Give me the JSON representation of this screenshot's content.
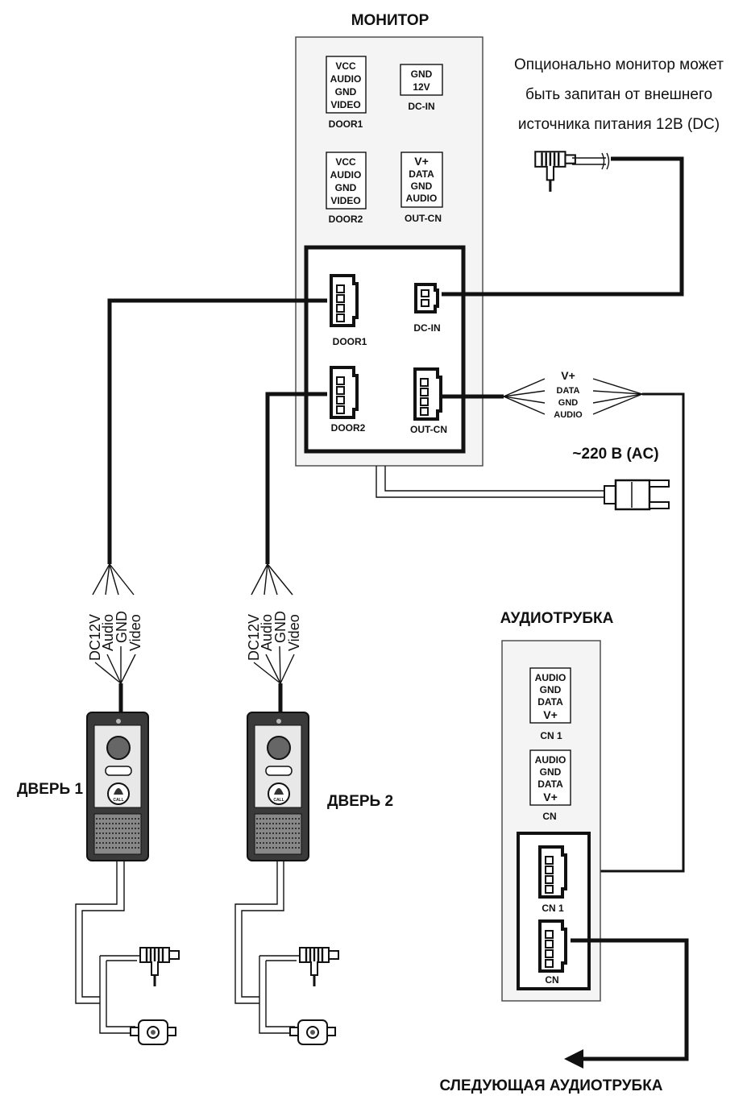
{
  "monitor": {
    "title": "МОНИТОР",
    "terminals": {
      "door1": {
        "lines": [
          "VCC",
          "AUDIO",
          "GND",
          "VIDEO"
        ],
        "label": "DOOR1"
      },
      "dcin": {
        "lines": [
          "GND",
          "12V"
        ],
        "label": "DC-IN"
      },
      "door2": {
        "lines": [
          "VCC",
          "AUDIO",
          "GND",
          "VIDEO"
        ],
        "label": "DOOR2"
      },
      "outcn": {
        "lines": [
          "V+",
          "DATA",
          "GND",
          "AUDIO"
        ],
        "label": "OUT-CN"
      }
    },
    "connectors": {
      "door1": "DOOR1",
      "dcin": "DC-IN",
      "door2": "DOOR2",
      "outcn": "OUT-CN"
    }
  },
  "power_note": [
    "Опционально монитор может",
    "быть запитан от внешнего",
    "источника питания 12В (DC)"
  ],
  "outcn_wires": [
    "V+",
    "DATA",
    "GND",
    "AUDIO"
  ],
  "ac_label": "~220 В (AC)",
  "door_wires": [
    "DC12V",
    "Audio",
    "GND",
    "Video"
  ],
  "doors": [
    {
      "label": "ДВЕРЬ 1",
      "call": "CALL"
    },
    {
      "label": "ДВЕРЬ 2",
      "call": "CALL"
    }
  ],
  "handset": {
    "title": "АУДИОТРУБКА",
    "terminals": [
      {
        "lines": [
          "AUDIO",
          "GND",
          "DATA",
          "V+"
        ],
        "label": "CN 1"
      },
      {
        "lines": [
          "AUDIO",
          "GND",
          "DATA",
          "V+"
        ],
        "label": "CN"
      }
    ],
    "connectors": [
      "CN 1",
      "CN"
    ]
  },
  "next_handset": "СЛЕДУЮЩАЯ АУДИОТРУБКА"
}
